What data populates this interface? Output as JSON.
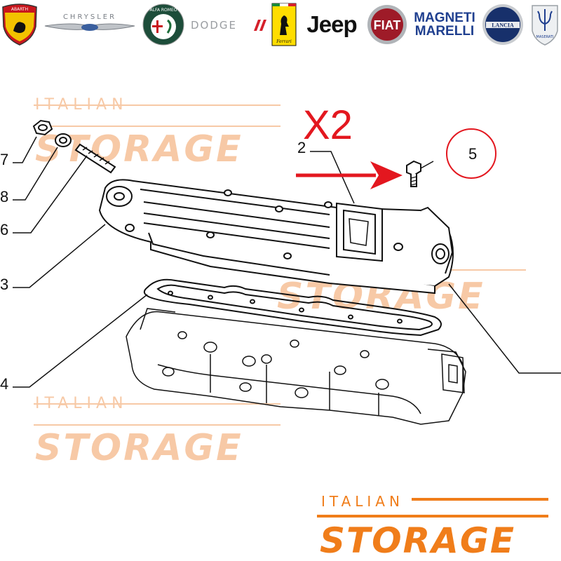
{
  "brands": [
    {
      "id": "abarth",
      "label": "ABARTH"
    },
    {
      "id": "chrysler",
      "label": "CHRYSLER"
    },
    {
      "id": "alfa-romeo",
      "label": "ALFA ROMEO"
    },
    {
      "id": "dodge",
      "label": "DODGE"
    },
    {
      "id": "ferrari",
      "label": "Ferrari"
    },
    {
      "id": "jeep",
      "label": "Jeep"
    },
    {
      "id": "fiat",
      "label": "FIAT"
    },
    {
      "id": "magneti-marelli",
      "label_line1": "MAGNETI",
      "label_line2": "MARELLI"
    },
    {
      "id": "lancia",
      "label": "LANCIA"
    },
    {
      "id": "maserati",
      "label": "MASERATI"
    }
  ],
  "callouts": {
    "c1": "7",
    "c2": "8",
    "c3": "6",
    "c4": "3",
    "c5": "4",
    "c6": "2",
    "c7": "5"
  },
  "quantity_label": "X2",
  "watermark": {
    "line1": "ITALIAN",
    "line2": "STORAGE"
  },
  "footer_brand": {
    "line1": "ITALIAN",
    "line2": "STORAGE"
  },
  "colors": {
    "accent_red": "#e3171f",
    "brand_orange": "#f07d1a",
    "watermark_orange": "#f7c9a6",
    "line_art": "#111111"
  }
}
